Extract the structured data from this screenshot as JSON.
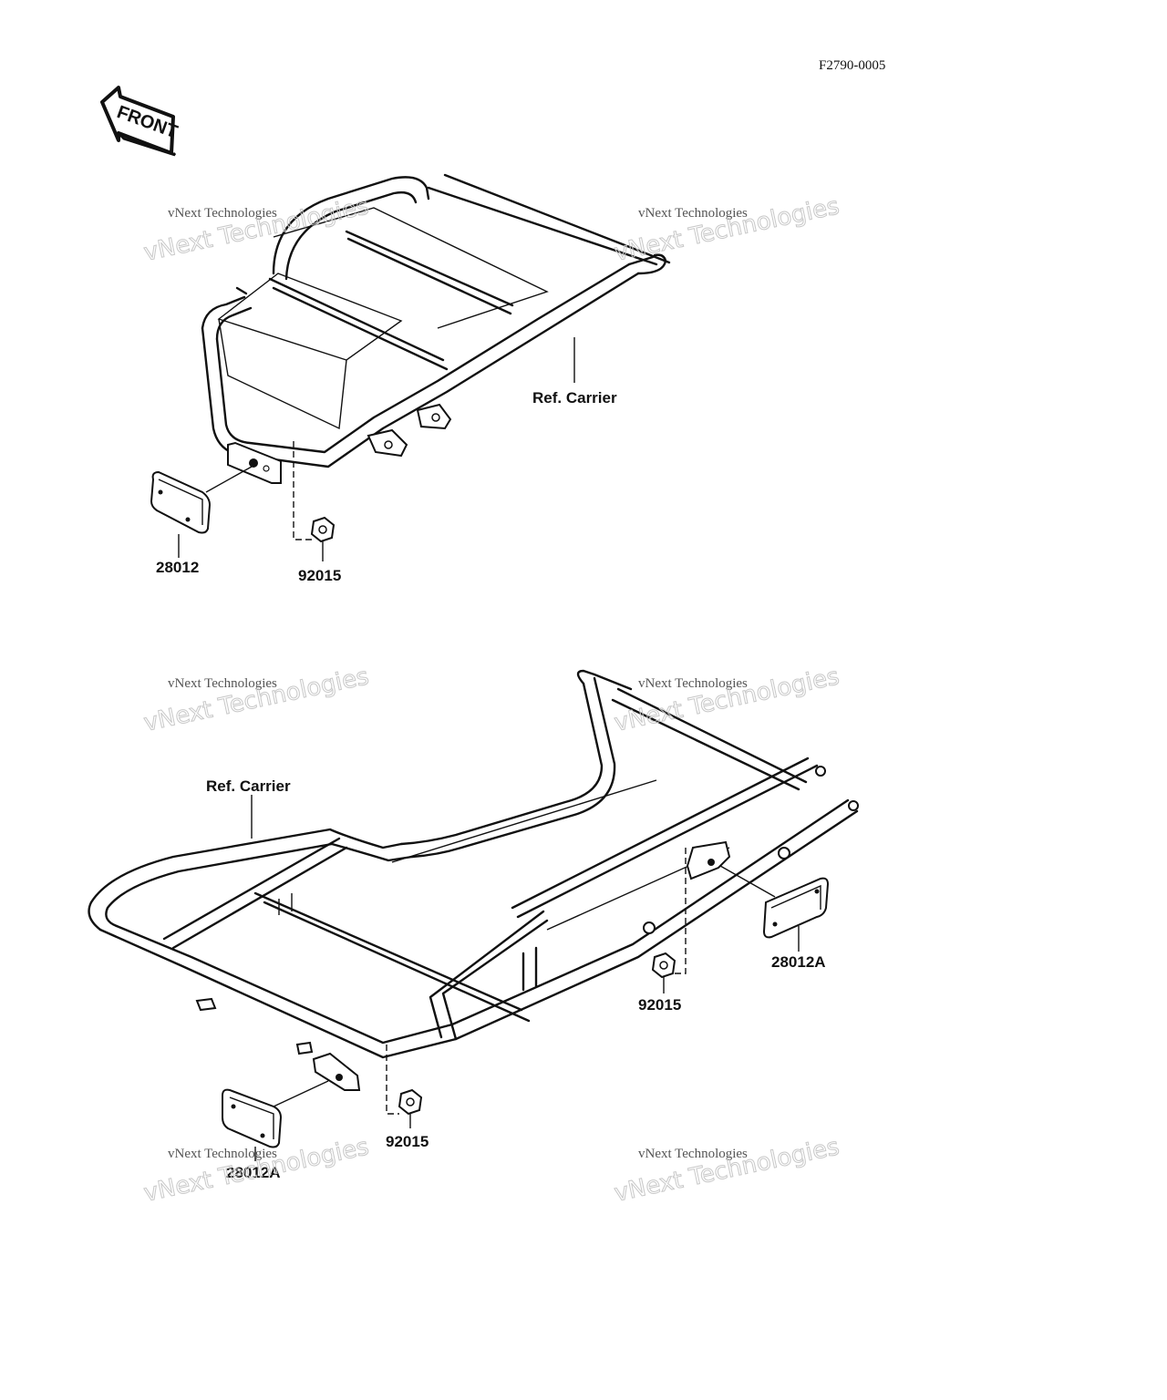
{
  "figure_code": "F2790-0005",
  "front_label": "FRONT",
  "watermark": {
    "line1": "vNext Technologies",
    "line2": "vNext Technologies"
  },
  "top_assembly": {
    "ref_label": "Ref. Carrier",
    "reflector_part": "28012",
    "nut_part": "92015"
  },
  "bottom_assembly": {
    "ref_label": "Ref. Carrier",
    "right_reflector_part": "28012A",
    "right_nut_part": "92015",
    "left_nut_part": "92015",
    "left_reflector_part": "28012A"
  },
  "colors": {
    "line": "#111111",
    "watermark": "#c8c8c8"
  }
}
